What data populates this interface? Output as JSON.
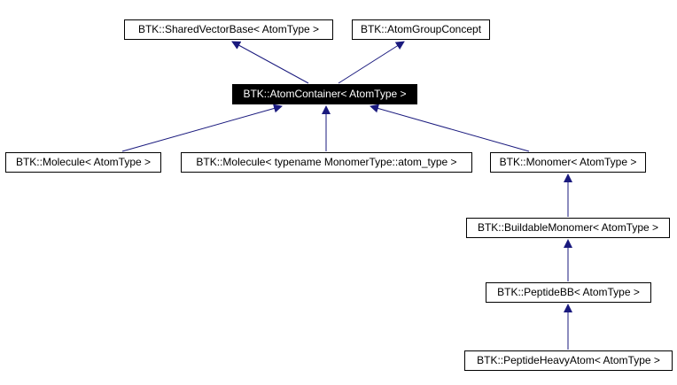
{
  "nodes": {
    "shared_vector_base": "BTK::SharedVectorBase< AtomType >",
    "atom_group_concept": "BTK::AtomGroupConcept",
    "atom_container": "BTK::AtomContainer< AtomType >",
    "molecule": "BTK::Molecule< AtomType >",
    "molecule_monomer_type": "BTK::Molecule< typename MonomerType::atom_type >",
    "monomer": "BTK::Monomer< AtomType >",
    "buildable_monomer": "BTK::BuildableMonomer< AtomType >",
    "peptide_bb": "BTK::PeptideBB< AtomType >",
    "peptide_heavy_atom": "BTK::PeptideHeavyAtom< AtomType >"
  },
  "colors": {
    "edge": "#1a1a7e",
    "node_border": "#000000",
    "current_fill": "#000000",
    "current_text": "#ffffff"
  }
}
